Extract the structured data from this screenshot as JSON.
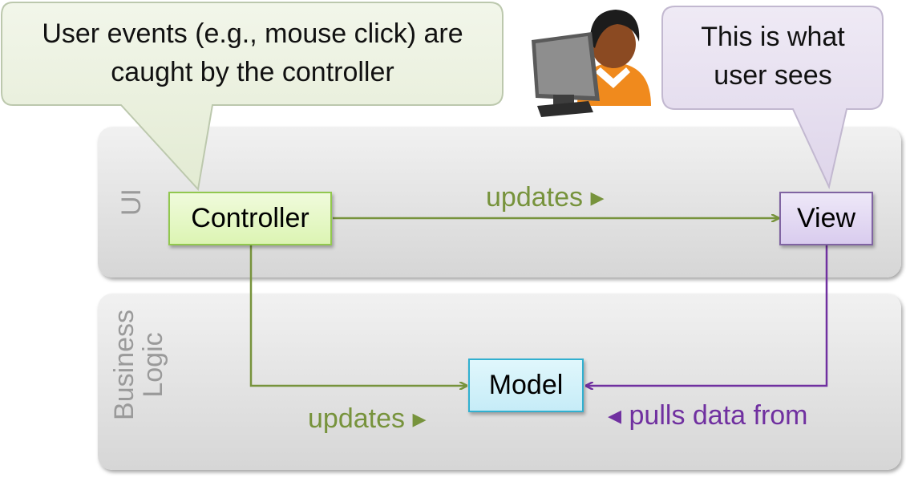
{
  "layers": {
    "ui_label": "UI",
    "business_label_line1": "Business",
    "business_label_line2": "Logic"
  },
  "nodes": {
    "controller": "Controller",
    "view": "View",
    "model": "Model"
  },
  "edges": {
    "controller_to_view": "updates ▸",
    "controller_to_model": "updates ▸",
    "view_from_model": "◂ pulls data from"
  },
  "callouts": {
    "controller_line1": "User events (e.g., mouse click) are",
    "controller_line2": "caught by the controller",
    "view_line1": "This is what",
    "view_line2": "user sees"
  },
  "icons": {
    "user": "user-at-computer-icon"
  },
  "colors": {
    "controller_fill": "#e6f8c6",
    "controller_border": "#92c84f",
    "view_fill": "#e5dcf3",
    "view_border": "#8064a2",
    "model_fill": "#d4f2fa",
    "model_border": "#31b0d0",
    "updates_arrow": "#77933c",
    "pulls_arrow": "#7030a0",
    "layer_label": "#9a9a9a"
  }
}
